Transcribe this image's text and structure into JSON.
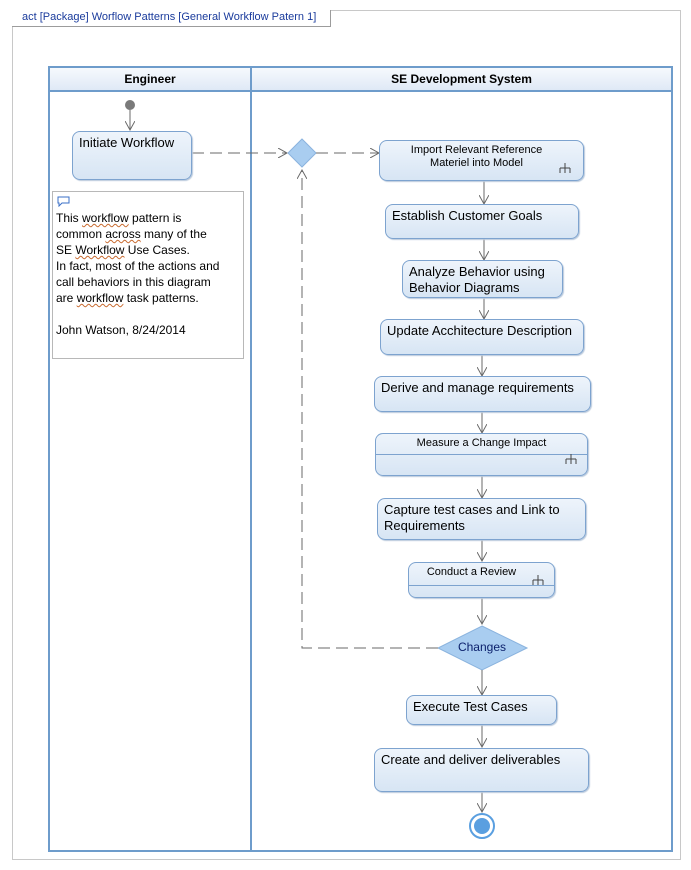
{
  "frame": {
    "title": "act [Package] Worflow Patterns [General Workflow Patern  1]"
  },
  "lanes": [
    {
      "label": "Engineer"
    },
    {
      "label": "SE Development System"
    }
  ],
  "actions": {
    "initiate": "Initiate Workflow",
    "import_ref": "Import Relevant Reference Materiel into Model",
    "establish_goals": "Establish Customer Goals",
    "analyze_behavior": "Analyze  Behavior using Behavior Diagrams",
    "update_arch": "Update Acchitecture Description",
    "derive_req": "Derive and manage requirements",
    "measure_change": "Measure a Change Impact",
    "capture_tests": "Capture test cases and Link to Requirements",
    "conduct_review": "Conduct a Review",
    "execute_tests": "Execute Test Cases",
    "deliver": "Create and deliver deliverables"
  },
  "decision": {
    "label": "Changes"
  },
  "note": {
    "lines": [
      "This workflow pattern is",
      "common across many of the",
      "SE Workflow Use Cases.",
      "In fact, most of the actions and",
      "call behaviors in this diagram",
      "are workflow task patterns.",
      "",
      "John Watson, 8/24/2014"
    ]
  },
  "colors": {
    "lane_border": "#6e9ccb",
    "action_fill": "#dce8f5",
    "decision_fill": "#a9cdf0",
    "edge": "#6a6a6a"
  }
}
